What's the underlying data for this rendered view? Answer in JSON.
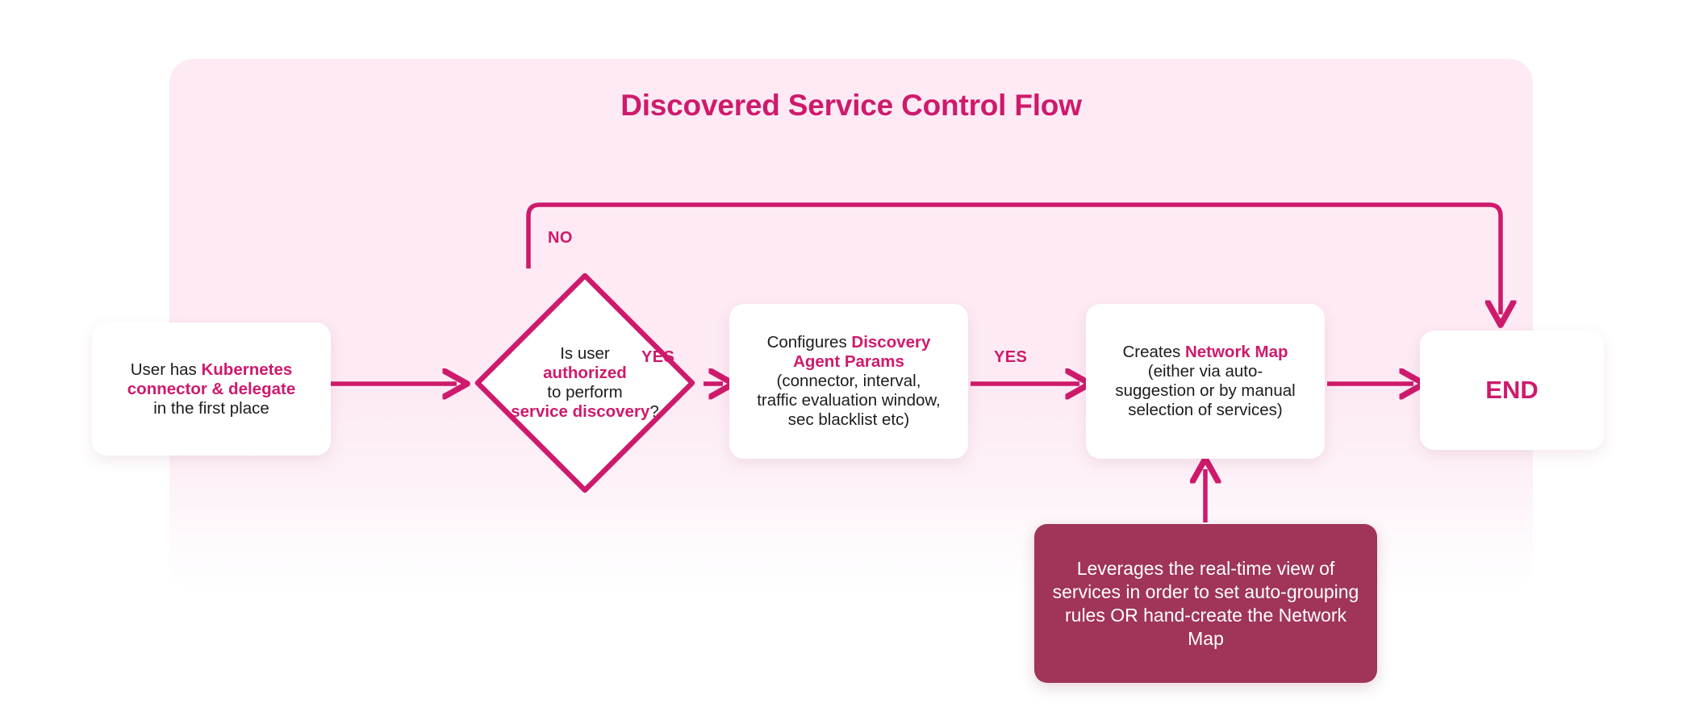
{
  "diagram": {
    "title": "Discovered Service Control Flow",
    "accent_color": "#ce1a6c",
    "panel_color": "#fdeaf4",
    "note_color": "#a03459",
    "text_color": "#1d1d1d"
  },
  "nodes": {
    "start": {
      "id": "start",
      "shape": "rounded-rect",
      "lines": [
        {
          "plain": "User has ",
          "highlight": "Kubernetes"
        },
        {
          "plain": "",
          "highlight": "connector & delegate"
        },
        {
          "plain": "in the first place",
          "highlight": ""
        }
      ],
      "text": "User has Kubernetes connector & delegate in the first place"
    },
    "decision": {
      "id": "decision",
      "shape": "diamond",
      "lines": [
        {
          "plain": "Is user",
          "highlight": ""
        },
        {
          "plain": "",
          "highlight": "authorized"
        },
        {
          "plain": "to perform",
          "highlight": ""
        },
        {
          "plain": "",
          "highlight": "service discovery",
          "suffix": "?"
        }
      ],
      "text": "Is user authorized to perform service discovery?"
    },
    "params": {
      "id": "params",
      "shape": "rounded-rect",
      "lines": [
        {
          "plain": "Configures ",
          "highlight": "Discovery"
        },
        {
          "plain": "",
          "highlight": "Agent Params"
        },
        {
          "plain": "(connector, interval,",
          "highlight": ""
        },
        {
          "plain": "traffic evaluation window,",
          "highlight": ""
        },
        {
          "plain": "sec blacklist etc)",
          "highlight": ""
        }
      ],
      "text": "Configures Discovery Agent Params (connector, interval, traffic evaluation window, sec blacklist etc)"
    },
    "map": {
      "id": "map",
      "shape": "rounded-rect",
      "lines": [
        {
          "plain": "Creates ",
          "highlight": "Network Map"
        },
        {
          "plain": "(either via auto-",
          "highlight": ""
        },
        {
          "plain": "suggestion or by manual",
          "highlight": ""
        },
        {
          "plain": "selection of services)",
          "highlight": ""
        }
      ],
      "text": "Creates Network Map (either via auto-suggestion or by manual selection of services)"
    },
    "end": {
      "id": "end",
      "shape": "rounded-rect",
      "text": "END"
    },
    "note": {
      "id": "note",
      "shape": "rounded-rect-filled",
      "text": "Leverages the real-time view of services in order to set auto-grouping rules OR hand-create the Network Map"
    }
  },
  "edges": [
    {
      "from": "start",
      "to": "decision",
      "label": ""
    },
    {
      "from": "decision",
      "to": "params",
      "label": "YES"
    },
    {
      "from": "decision",
      "to": "end",
      "label": "NO"
    },
    {
      "from": "params",
      "to": "map",
      "label": "YES"
    },
    {
      "from": "map",
      "to": "end",
      "label": ""
    },
    {
      "from": "note",
      "to": "map",
      "label": ""
    }
  ],
  "labels": {
    "no": "NO",
    "yes_1": "YES",
    "yes_2": "YES"
  }
}
